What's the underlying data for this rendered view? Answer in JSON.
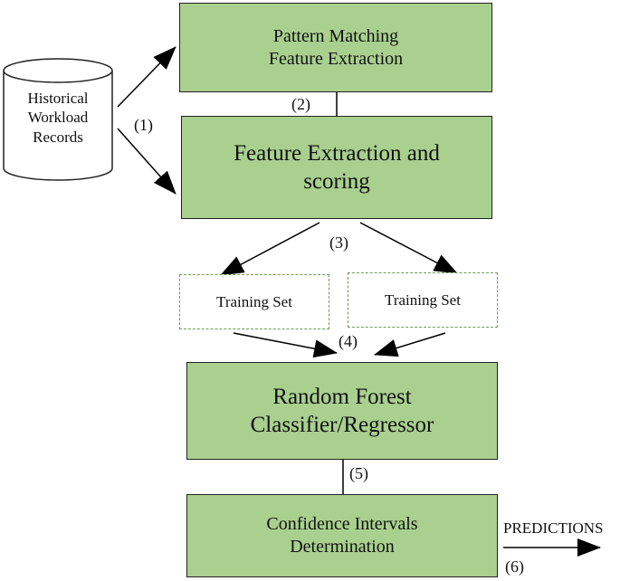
{
  "database": {
    "lines": [
      "Historical",
      "Workload",
      "Records"
    ]
  },
  "boxes": {
    "pattern_matching": {
      "lines": [
        "Pattern Matching",
        "Feature Extraction"
      ]
    },
    "feature_scoring": {
      "lines": [
        "Feature Extraction and",
        "scoring"
      ]
    },
    "training_set_left": {
      "label": "Training Set"
    },
    "training_set_right": {
      "label": "Training Set"
    },
    "random_forest": {
      "lines": [
        "Random Forest",
        "Classifier/Regressor"
      ]
    },
    "confidence": {
      "lines": [
        "Confidence Intervals",
        "Determination"
      ]
    }
  },
  "step_labels": {
    "s1": "(1)",
    "s2": "(2)",
    "s3": "(3)",
    "s4": "(4)",
    "s5": "(5)",
    "s6": "(6)"
  },
  "output_label": "PREDICTIONS",
  "colors": {
    "box_fill": "#a9d08e",
    "dashed_border": "#6f9a55",
    "stroke": "#111111"
  }
}
